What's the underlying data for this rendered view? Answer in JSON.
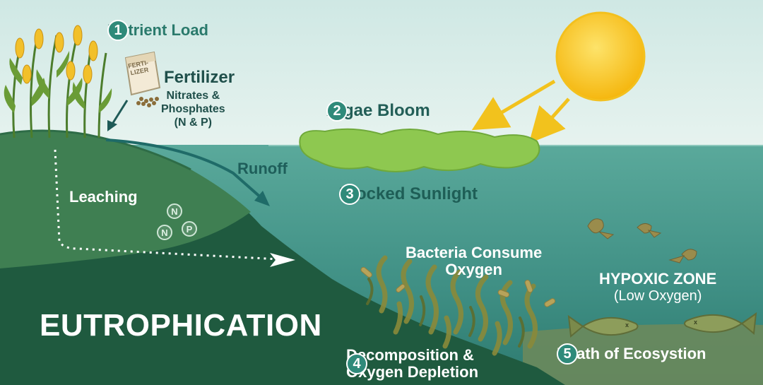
{
  "title": "EUTROPHICATION",
  "steps": [
    {
      "number": "1",
      "label": "Nutrient Load"
    },
    {
      "number": "2",
      "label": "Algae Bloom"
    },
    {
      "number": "3",
      "label": "Blocked Sunlight"
    },
    {
      "number": "4",
      "label_line1": "Decomposition &",
      "label_line2": "Oxygen Depletion"
    },
    {
      "number": "5",
      "label": "Death of Ecosystion"
    }
  ],
  "fertilizer": {
    "bag_line1": "FERTI-",
    "bag_line2": "LIZER",
    "title": "Fertilizer",
    "detail_line1": "Nitrates &",
    "detail_line2": "Phosphates",
    "detail_line3": "(N & P)"
  },
  "labels": {
    "runoff": "Runoff",
    "leaching": "Leaching",
    "bacteria_line1": "Bacteria Consume",
    "bacteria_line2": "Oxygen",
    "hypoxic_line1": "HYPOXIC ZONE",
    "hypoxic_line2": "(Low Oxygen)"
  },
  "nutrients": [
    "N",
    "N",
    "P"
  ],
  "colors": {
    "sky_top": "#cfe8e4",
    "water": "#4e9f94",
    "deep_water": "#2f7c72",
    "land_dark": "#1f5a3f",
    "land_light": "#3f7f52",
    "algae": "#8ec850",
    "sun": "#f8c21a",
    "badge": "#2f8a7a",
    "heading_text": "#225e57",
    "white_text": "#ffffff"
  },
  "icons": [
    "corn-plant-icon",
    "fertilizer-bag-icon",
    "sun-icon",
    "sunray-arrow-icon",
    "fish-icon",
    "bacteria-icon",
    "seaweed-icon"
  ]
}
